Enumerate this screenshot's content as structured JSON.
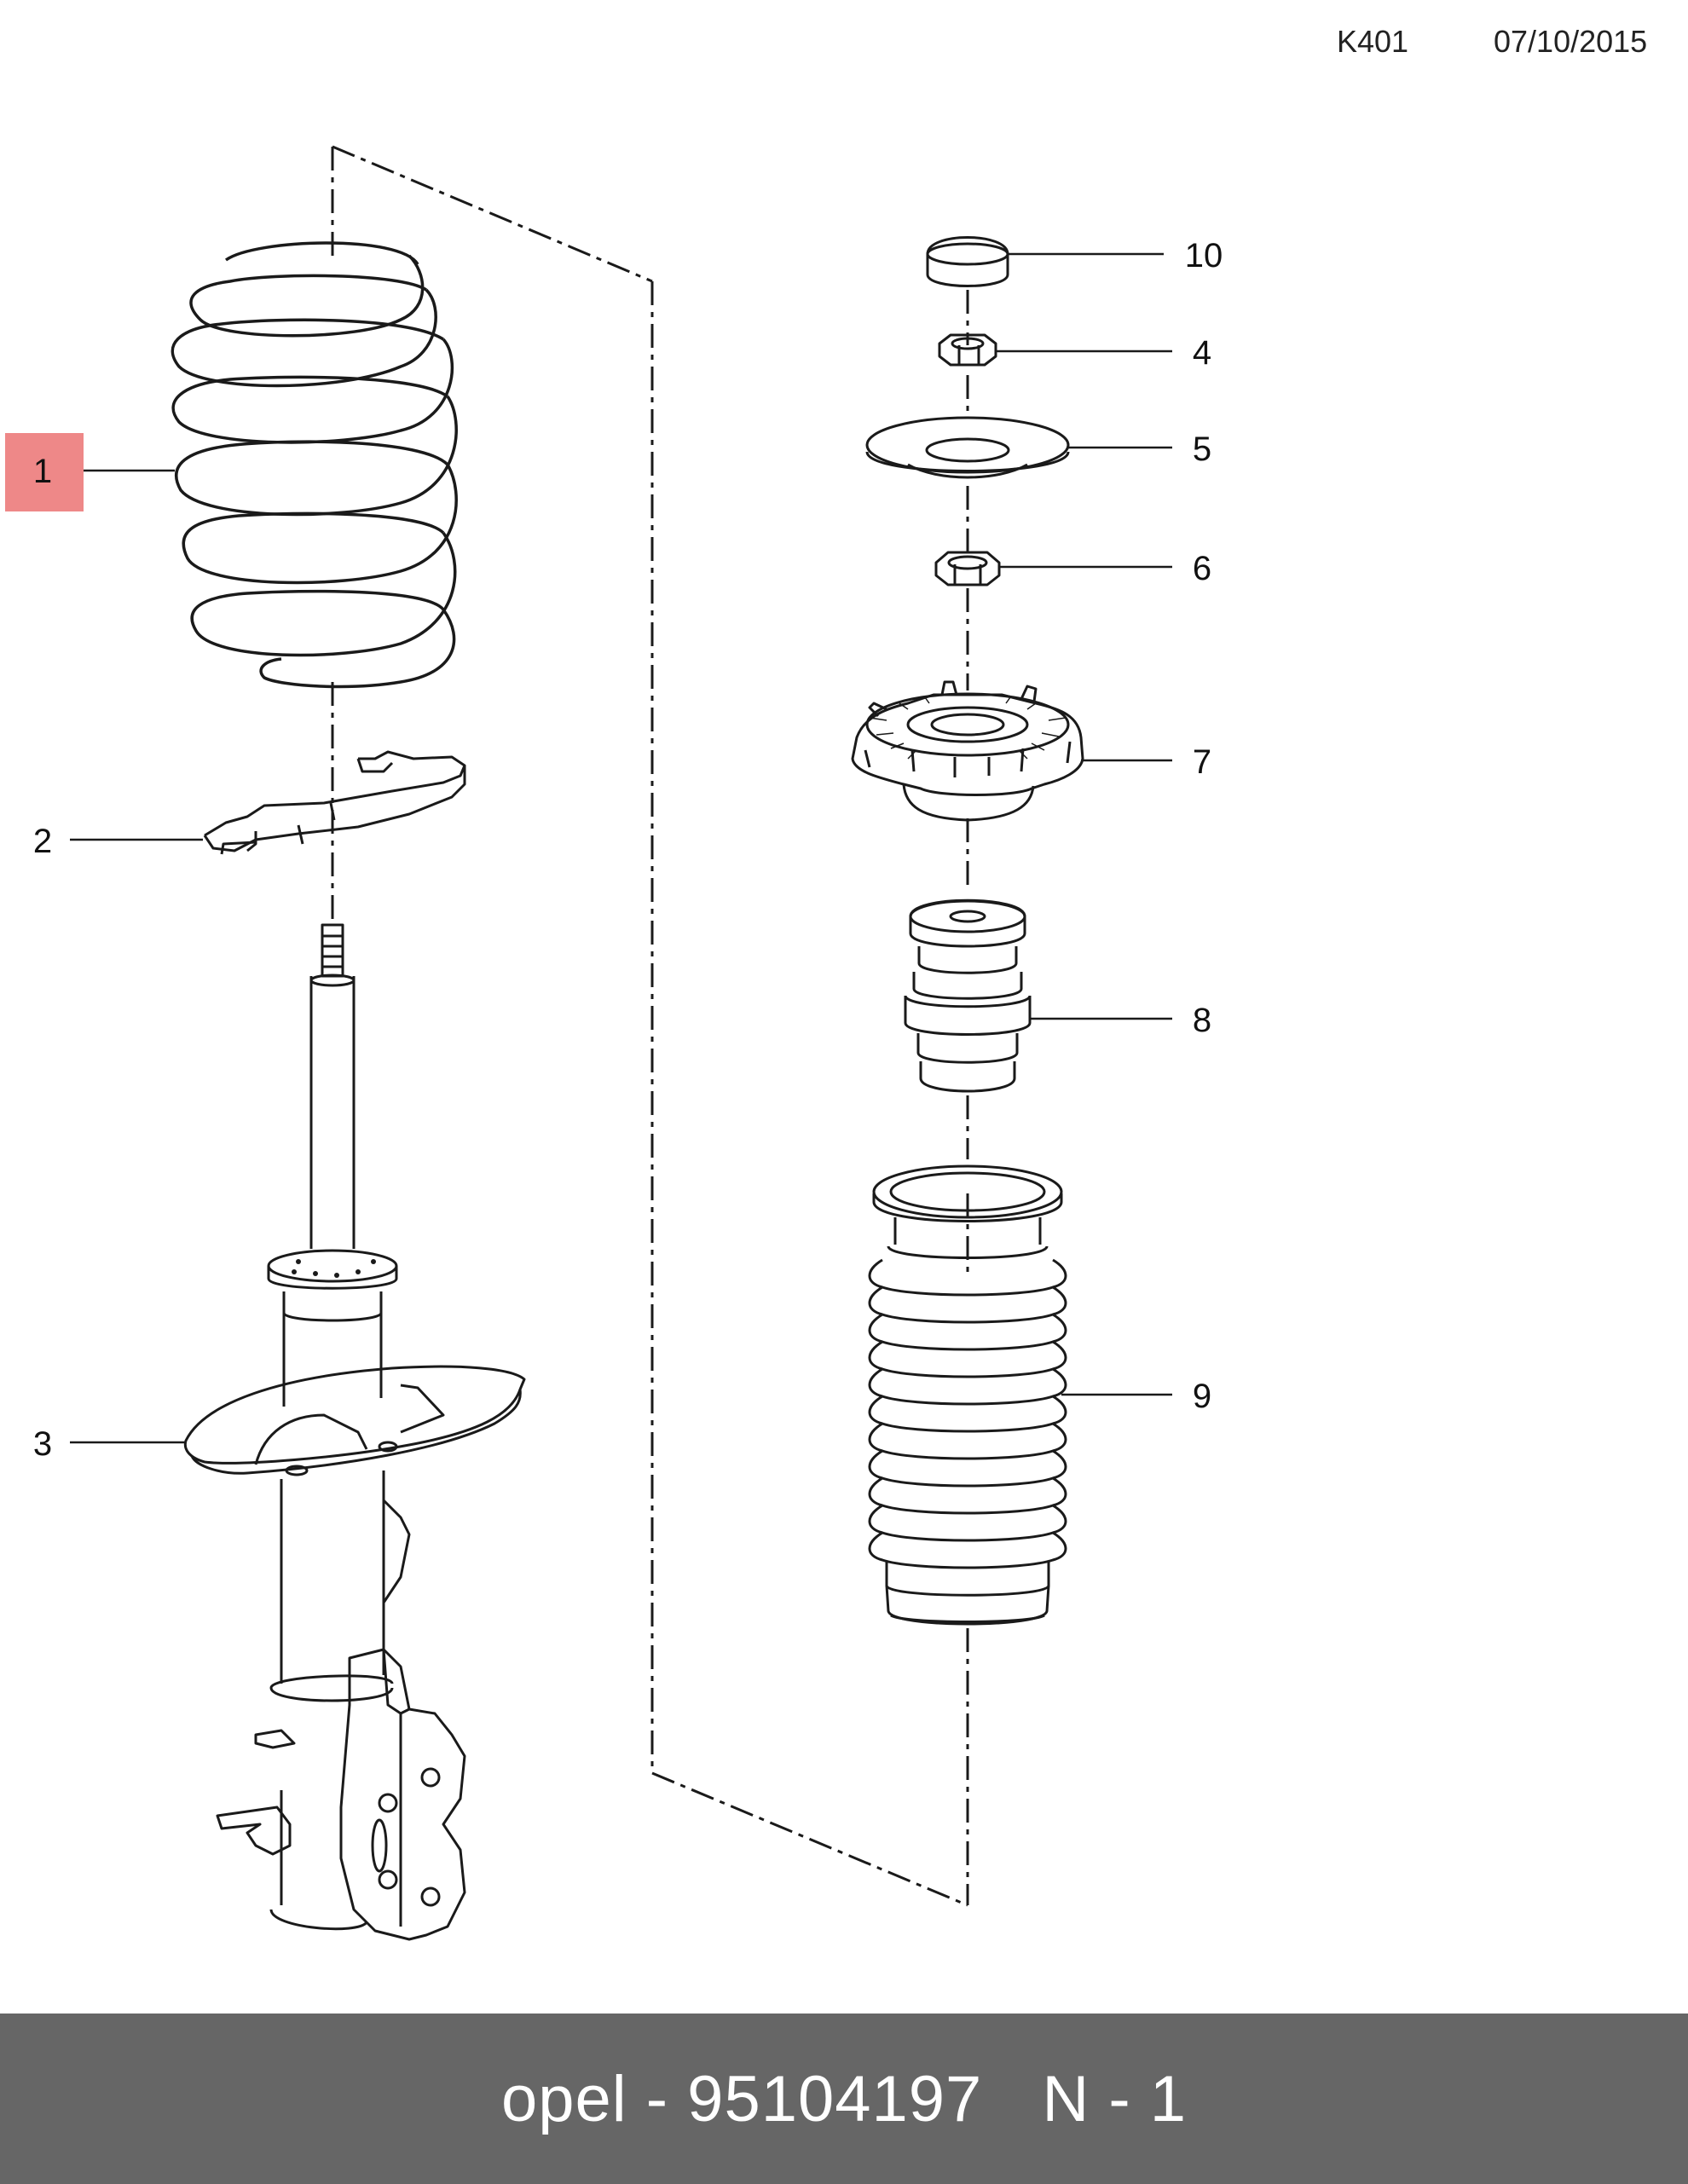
{
  "header": {
    "code": "K401",
    "date": "07/10/2015"
  },
  "callouts": [
    {
      "id": "1",
      "label": "1",
      "highlighted": true
    },
    {
      "id": "2",
      "label": "2"
    },
    {
      "id": "3",
      "label": "3"
    },
    {
      "id": "4",
      "label": "4"
    },
    {
      "id": "5",
      "label": "5"
    },
    {
      "id": "6",
      "label": "6"
    },
    {
      "id": "7",
      "label": "7"
    },
    {
      "id": "8",
      "label": "8"
    },
    {
      "id": "9",
      "label": "9"
    },
    {
      "id": "10",
      "label": "10"
    }
  ],
  "footer": {
    "part_text": "opel - 95104197",
    "qty_text": "N - 1"
  },
  "colors": {
    "highlight": "#ee8888",
    "footer_bg": "#666666",
    "line": "#1a1a1a"
  }
}
